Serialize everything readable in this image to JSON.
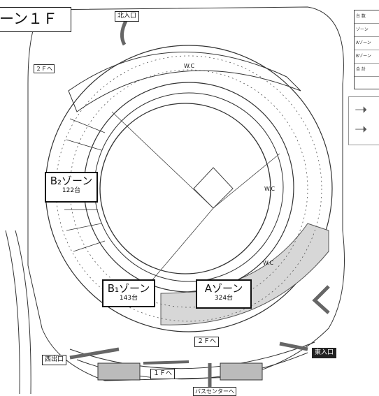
{
  "title": "ーン１Ｆ",
  "entrances": {
    "north": "北入口",
    "east": "東入口",
    "west_exit": "西出口",
    "bus_center": "バスセンターへ"
  },
  "floor_arrows": {
    "to_2f_left": "２Ｆへ",
    "to_2f_bottom": "２Ｆへ",
    "to_1f": "１Ｆへ"
  },
  "restrooms": [
    "W.C",
    "W.C",
    "W.C"
  ],
  "zones": [
    {
      "name": "B₂ゾーン",
      "count": "122台"
    },
    {
      "name": "B₁ゾーン",
      "count": "143台"
    },
    {
      "name": "Aゾーン",
      "count": "324台"
    }
  ],
  "legend": {
    "header": "台 数",
    "row_zone": "ゾーン",
    "row_a": "Aゾーン",
    "row_b": "Bゾーン",
    "total": "合 計"
  },
  "colors": {
    "zone_a_fill": "#d7d7d7",
    "line": "#333333",
    "arrow": "#666666"
  }
}
